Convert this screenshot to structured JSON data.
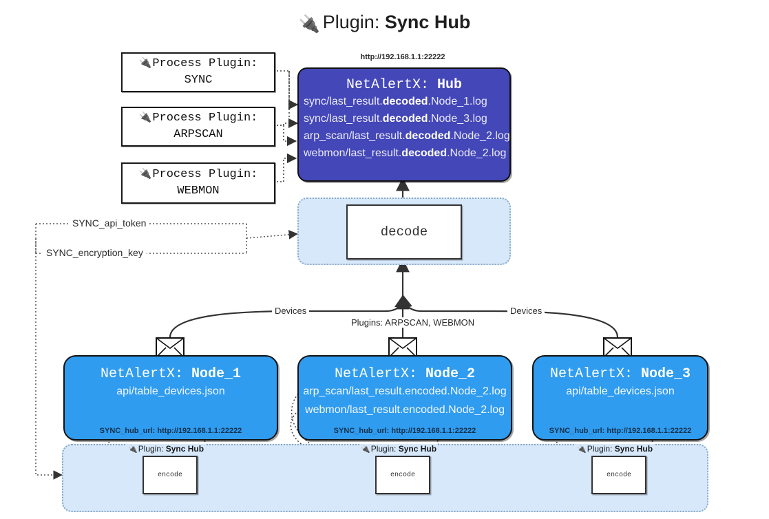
{
  "title": {
    "icon": "plug-icon",
    "prefix": "Plugin:",
    "name": "Sync Hub"
  },
  "process_plugins": [
    {
      "line1": "Process Plugin:",
      "line2": "SYNC",
      "icon": "plug-icon"
    },
    {
      "line1": "Process Plugin:",
      "line2": "ARPSCAN",
      "icon": "plug-icon"
    },
    {
      "line1": "Process Plugin:",
      "line2": "WEBMON",
      "icon": "plug-icon"
    }
  ],
  "hub": {
    "url_label": "http://192.168.1.1:22222",
    "title_prefix": "NetAlertX:",
    "title_name": "Hub",
    "lines": [
      {
        "pre": "sync/last_result.",
        "bold": "decoded",
        "post": ".Node_1.log"
      },
      {
        "pre": "sync/last_result.",
        "bold": "decoded",
        "post": ".Node_3.log"
      },
      {
        "pre": "arp_scan/last_result.",
        "bold": "decoded",
        "post": ".Node_2.log"
      },
      {
        "pre": "webmon/last_result.",
        "bold": "decoded",
        "post": ".Node_2.log"
      }
    ]
  },
  "decode": {
    "label": "decode"
  },
  "secrets": [
    {
      "label": "SYNC_api_token"
    },
    {
      "label": "SYNC_encryption_key"
    }
  ],
  "edge_labels": {
    "devices_left": "Devices",
    "plugins_center": "Plugins: ARPSCAN, WEBMON",
    "devices_right": "Devices"
  },
  "nodes": [
    {
      "title_prefix": "NetAlertX:",
      "title_name": "Node_1",
      "lines": [
        "api/table_devices.json"
      ],
      "footer": "SYNC_hub_url: http://192.168.1.1:22222",
      "envelope_icon": "envelope-icon"
    },
    {
      "title_prefix": "NetAlertX:",
      "title_name": "Node_2",
      "lines": [
        "arp_scan/last_result.encoded.Node_2.log",
        "webmon/last_result.encoded.Node_2.log"
      ],
      "footer": "SYNC_hub_url: http://192.168.1.1:22222",
      "envelope_icon": "envelope-icon"
    },
    {
      "title_prefix": "NetAlertX:",
      "title_name": "Node_3",
      "lines": [
        "api/table_devices.json"
      ],
      "footer": "SYNC_hub_url: http://192.168.1.1:22222",
      "envelope_icon": "envelope-icon"
    }
  ],
  "encoders": [
    {
      "tag_prefix": "Plugin:",
      "tag_name": "Sync Hub",
      "label": "encode",
      "icon": "plug-icon"
    },
    {
      "tag_prefix": "Plugin:",
      "tag_name": "Sync Hub",
      "label": "encode",
      "icon": "plug-icon"
    },
    {
      "tag_prefix": "Plugin:",
      "tag_name": "Sync Hub",
      "label": "encode",
      "icon": "plug-icon"
    }
  ],
  "colors": {
    "hub_fill": "#4447b8",
    "node_fill": "#2f9cf0",
    "panel_fill": "#d6e8fa",
    "panel_border": "#8aa8c4",
    "stroke": "#333333",
    "page_bg": "#ffffff"
  }
}
